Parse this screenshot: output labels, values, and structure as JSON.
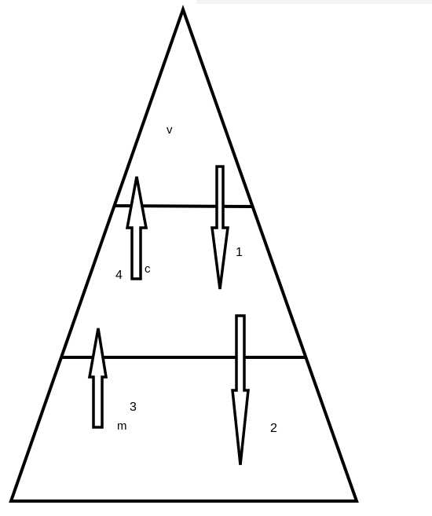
{
  "diagram": {
    "labels": {
      "top_region": "v",
      "middle_region": "c",
      "bottom_region": "m",
      "flow_1": "1",
      "flow_2": "2",
      "flow_3": "3",
      "flow_4": "4"
    },
    "colors": {
      "stroke": "#000000",
      "fill": "#ffffff"
    }
  }
}
